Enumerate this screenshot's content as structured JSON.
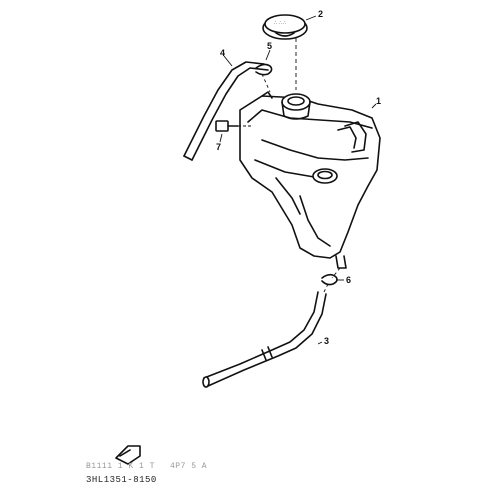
{
  "callouts": [
    {
      "id": "1",
      "part": "tank"
    },
    {
      "id": "2",
      "part": "cap"
    },
    {
      "id": "3",
      "part": "drain-hose"
    },
    {
      "id": "4",
      "part": "breather-hose"
    },
    {
      "id": "5",
      "part": "clip-upper"
    },
    {
      "id": "6",
      "part": "clip-lower"
    },
    {
      "id": "7",
      "part": "bolt"
    }
  ],
  "footer": {
    "faint_text_left": "B1111 1 K 1 T",
    "faint_text_right": "4P7 5 A",
    "code": "3HL1351-8150"
  }
}
